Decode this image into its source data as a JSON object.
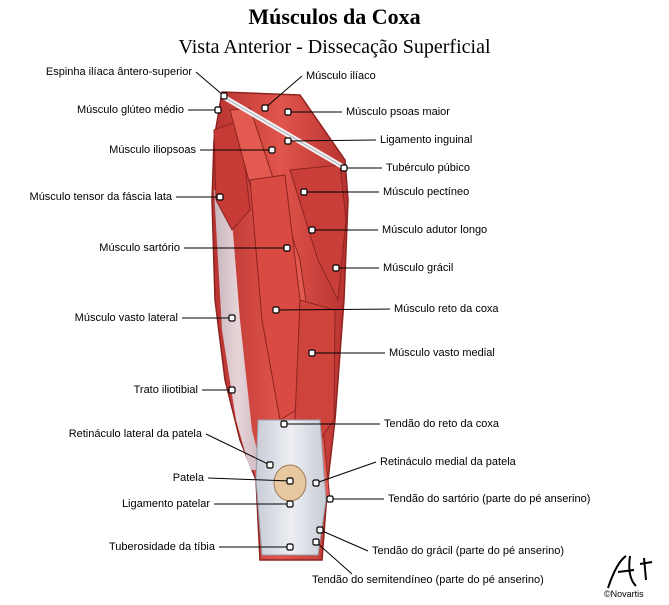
{
  "header": {
    "title": "Músculos da Coxa",
    "subtitle": "Vista Anterior - Dissecação  Superficial"
  },
  "labels_left": [
    {
      "id": "espinha",
      "text": "Espinha ilíaca ântero-superior"
    },
    {
      "id": "gluteo",
      "text": "Músculo glúteo médio"
    },
    {
      "id": "iliopsoas",
      "text": "Músculo iliopsoas"
    },
    {
      "id": "tensor",
      "text": "Músculo tensor da fáscia lata"
    },
    {
      "id": "sartorio",
      "text": "Músculo sartório"
    },
    {
      "id": "vasto-lateral",
      "text": "Músculo vasto lateral"
    },
    {
      "id": "trato",
      "text": "Trato iliotibial"
    },
    {
      "id": "retinaculo-lateral",
      "text": "Retináculo lateral da patela"
    },
    {
      "id": "patela",
      "text": "Patela"
    },
    {
      "id": "lig-patelar",
      "text": "Ligamento patelar"
    },
    {
      "id": "tuberosidade",
      "text": "Tuberosidade da tíbia"
    }
  ],
  "labels_right": [
    {
      "id": "iliaco",
      "text": "Músculo ilíaco"
    },
    {
      "id": "psoas",
      "text": "Músculo psoas maior"
    },
    {
      "id": "lig-inguinal",
      "text": "Ligamento inguinal"
    },
    {
      "id": "tuberculo",
      "text": "Tubérculo púbico"
    },
    {
      "id": "pectineo",
      "text": "Músculo pectíneo"
    },
    {
      "id": "adutor",
      "text": "Músculo adutor longo"
    },
    {
      "id": "gracil",
      "text": "Músculo grácil"
    },
    {
      "id": "reto",
      "text": "Músculo reto da coxa"
    },
    {
      "id": "vasto-medial",
      "text": "Músculo vasto medial"
    },
    {
      "id": "tendao-reto",
      "text": "Tendão do reto da coxa"
    },
    {
      "id": "retinaculo-medial",
      "text": "Retináculo medial da patela"
    },
    {
      "id": "tendao-sartorio",
      "text": "Tendão do sartório (parte do pé anserino)"
    },
    {
      "id": "tendao-gracil",
      "text": "Tendão do grácil (parte do pé anserino)"
    },
    {
      "id": "tendao-semi",
      "text": "Tendão do semitendíneo (parte do pé anserino)"
    }
  ],
  "credit": "©Novartis",
  "colors": {
    "muscle": "#d8453f",
    "muscle_dark": "#a82a27",
    "tendon": "#d9dce3",
    "bone": "#e6c7a0"
  }
}
